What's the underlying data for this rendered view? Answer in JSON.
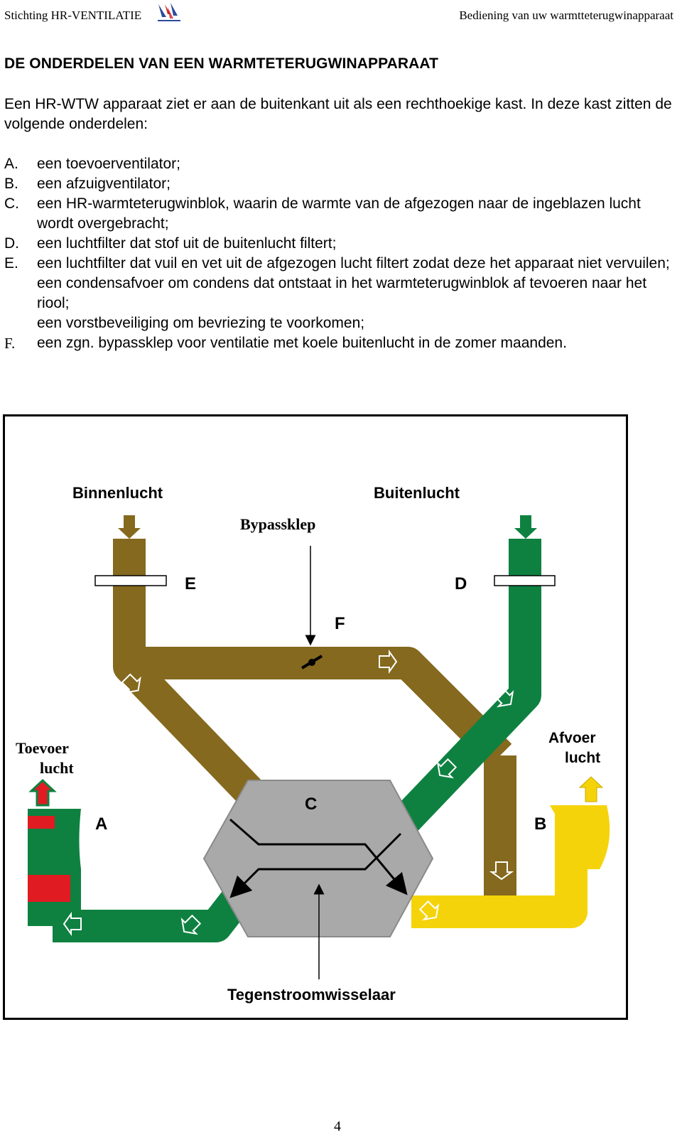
{
  "header": {
    "left": "Stichting HR-VENTILATIE",
    "right": "Bediening van uw warmtteterugwinapparaat"
  },
  "title": "DE ONDERDELEN VAN EEN WARMTETERUGWINAPPARAAT",
  "intro": "Een HR-WTW  apparaat ziet er aan de buitenkant uit als een rechthoekige kast. In deze kast zitten de volgende onderdelen:",
  "items": [
    {
      "letter": "A.",
      "text": "een toevoerventilator;"
    },
    {
      "letter": "B.",
      "text": "een afzuigventilator;"
    },
    {
      "letter": "C.",
      "text": "een HR-warmteterugwinblok, waarin de warmte van de afgezogen naar de ingeblazen lucht wordt overgebracht;"
    },
    {
      "letter": "D.",
      "text": "een luchtfilter dat stof uit de buitenlucht filtert;"
    },
    {
      "letter": "E.",
      "text": "een luchtfilter dat vuil en vet uit de afgezogen lucht filtert zodat deze het apparaat niet vervuilen;"
    },
    {
      "letter": "",
      "text": "een condensafvoer om condens dat ontstaat in het warmteterugwinblok af tevoeren naar het riool;"
    },
    {
      "letter": "",
      "text": "een vorstbeveiliging om bevriezing te voorkomen;"
    },
    {
      "letter": "F.",
      "text": "een zgn. bypassklep voor ventilatie met koele buitenlucht in de zomer maanden."
    }
  ],
  "diagram": {
    "labels": {
      "binnenlucht": "Binnenlucht",
      "buitenlucht": "Buitenlucht",
      "bypassklep": "Bypassklep",
      "toevoer_line1": "Toevoer",
      "toevoer_line2": "lucht",
      "afvoer_line1": "Afvoer",
      "afvoer_line2": "lucht",
      "tegenstroom": "Tegenstroomwisselaar",
      "a": "A",
      "b": "B",
      "c": "C",
      "d": "D",
      "e": "E",
      "f": "F"
    },
    "colors": {
      "brown": "#84691e",
      "green": "#0e8141",
      "yellow": "#f5d30a",
      "red": "#e01b22",
      "grey": "#a9a9a9"
    }
  },
  "page_number": "4"
}
